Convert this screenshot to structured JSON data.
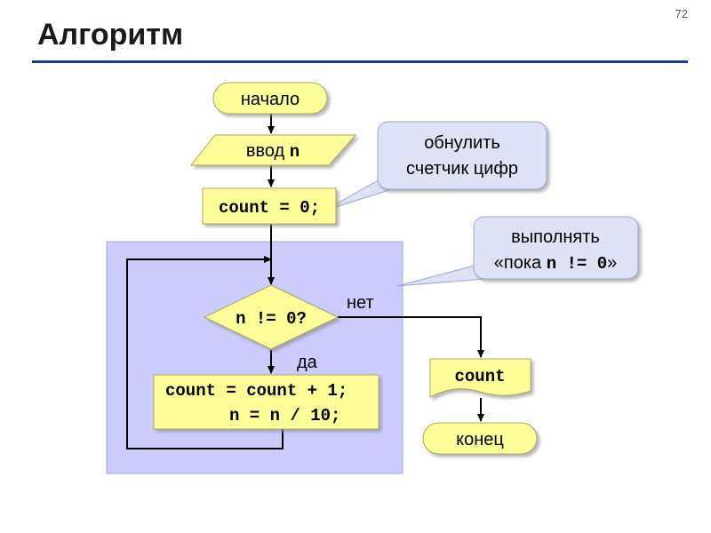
{
  "slide": {
    "title": "Алгоритм",
    "page_number": "72"
  },
  "flowchart": {
    "start": "начало",
    "input_prefix": "ввод ",
    "input_var": "n",
    "init": "count = 0;",
    "condition": "n != 0?",
    "branch_yes": "да",
    "branch_no": "нет",
    "body_line1": "count = count + 1;",
    "body_line2": "n = n / 10;",
    "output": "count",
    "end": "конец"
  },
  "callouts": {
    "reset": {
      "line1": "обнулить",
      "line2": "счетчик цифр"
    },
    "loop": {
      "line1": "выполнять",
      "line2_prefix": "«пока ",
      "line2_code": "n != 0",
      "line2_suffix": "»"
    }
  },
  "colors": {
    "block_fill": "#ffff99",
    "loop_area": "#ccccff",
    "callout_fill": "#dde2f5",
    "callout_border": "#9aa6d6",
    "title_rule": "#1f3a93"
  }
}
